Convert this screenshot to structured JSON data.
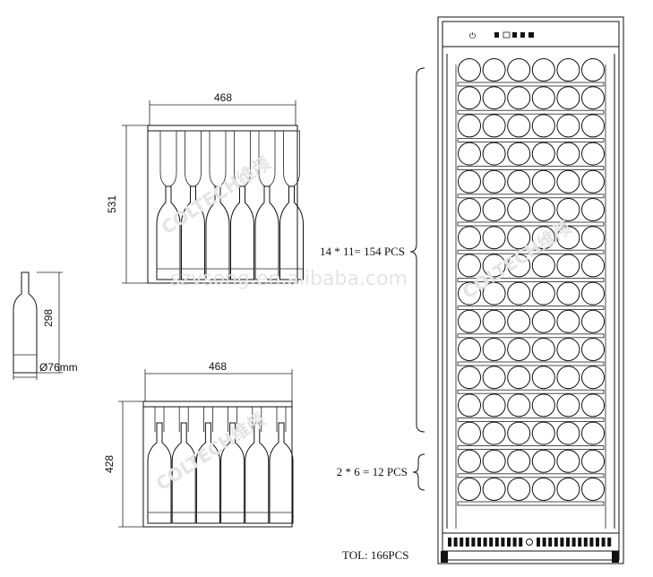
{
  "top_view": {
    "width_label": "468",
    "depth_label": "531"
  },
  "bottle": {
    "height_label": "298",
    "diameter_label": "Ø76mm"
  },
  "bottom_view": {
    "width_label": "468",
    "depth_label": "428"
  },
  "brand_watermark": "COLTECH维颅",
  "site_watermark": "szvsong.en.alibaba.com",
  "cabinet": {
    "upper_capacity": "14 * 11= 154 PCS",
    "lower_capacity": "2 * 6 = 12 PCS",
    "total_label": "TOL: 166PCS",
    "upper_shelves": 14,
    "lower_shelves": 2,
    "bottles_per_row": 6
  }
}
